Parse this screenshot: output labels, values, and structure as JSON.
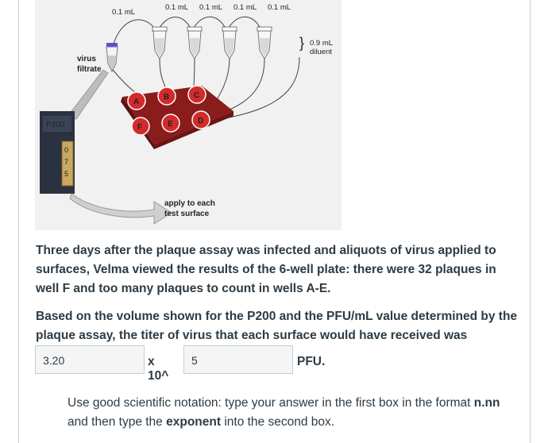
{
  "figure": {
    "top_labels": [
      "0.1 mL",
      "0.1 mL",
      "0.1 mL",
      "0.1 mL",
      "0.1 mL"
    ],
    "diluent_label_1": "0.9 mL",
    "diluent_label_2": "diluent",
    "virus_label_1": "virus",
    "virus_label_2": "filtrate",
    "pipette_label": "P200",
    "pipette_digits": [
      "0",
      "7",
      "5"
    ],
    "wells": [
      "A",
      "B",
      "C",
      "D",
      "E",
      "F"
    ],
    "apply_label_1": "apply to each",
    "apply_label_2": "test surface",
    "colors": {
      "well_red": "#d32b2b",
      "plate": "#8a1c1c",
      "pipette": "#2a3140"
    }
  },
  "question": {
    "paragraph1": "Three days after the plaque assay was infected and aliquots of virus applied to surfaces, Velma viewed the results of the 6-well plate:  there were 32 plaques in well F and too many plaques to count in wells A-E.",
    "paragraph2": "Based on the volume shown for the P200 and the PFU/mL value determined by the plaque assay, the titer of virus that each surface would have received was",
    "coefficient_value": "3.20",
    "times_label": "x 10^",
    "exponent_value": "5",
    "unit_label": "PFU."
  },
  "note": {
    "part1": "Use good scientific notation:  type your answer in the first box in the format ",
    "format": "n.nn",
    "part2": " and then type the ",
    "exponent_word": "exponent",
    "part3": " into the second box."
  }
}
